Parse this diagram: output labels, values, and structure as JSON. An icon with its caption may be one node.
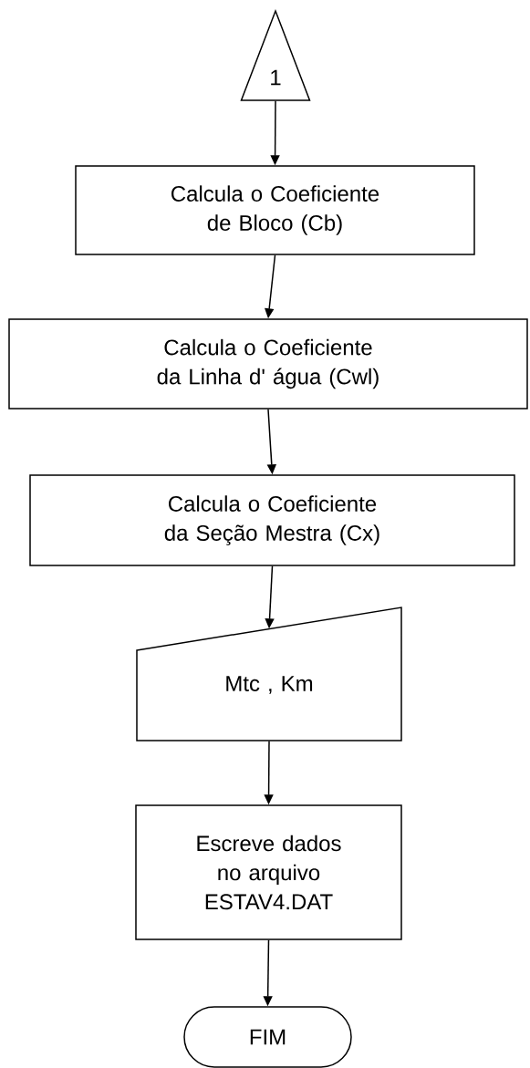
{
  "diagram": {
    "nodes": [
      {
        "text": [
          "1"
        ]
      },
      {
        "text": [
          "Calcula o Coeficiente de Bloco (Cb)"
        ]
      },
      {
        "text": [
          "Calcula o Coeficiente da Linha d' água (Cwl)"
        ]
      },
      {
        "text": [
          "Calcula o Coeficiente da Seção Mestra (Cx)"
        ]
      },
      {
        "text": [
          "Mtc , Km"
        ]
      },
      {
        "text": [
          "Escreve dados no arquivo ESTAV4.DAT"
        ]
      },
      {
        "text": [
          "FIM"
        ]
      }
    ],
    "edges": [
      {
        "from": 0,
        "to": 1,
        "arrow": "to"
      },
      {
        "from": 1,
        "to": 2,
        "arrow": "to"
      },
      {
        "from": 2,
        "to": 3,
        "arrow": "to"
      },
      {
        "from": 3,
        "to": 4,
        "arrow": "to"
      },
      {
        "from": 4,
        "to": 5,
        "arrow": "to"
      },
      {
        "from": 5,
        "to": 6,
        "arrow": "to"
      }
    ]
  }
}
